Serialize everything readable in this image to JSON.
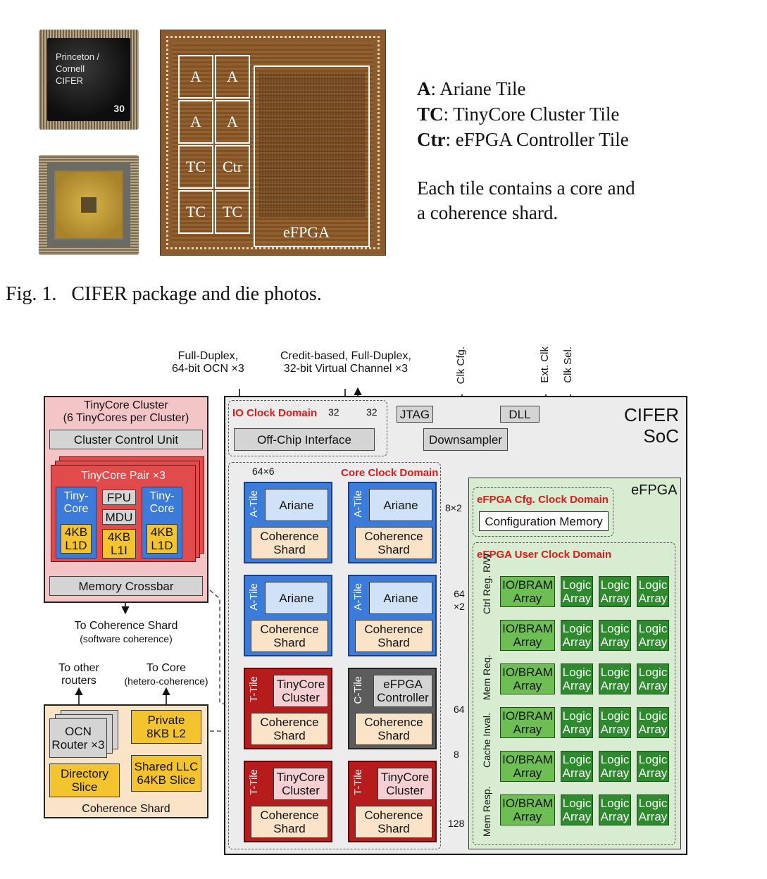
{
  "fig1": {
    "package_chip_label_1": "Princeton /",
    "package_chip_label_2": "Cornell",
    "package_chip_label_3": "CIFER",
    "package_chip_number": "30",
    "die_tiles": [
      "A",
      "A",
      "A",
      "A",
      "TC",
      "Ctr",
      "TC",
      "TC"
    ],
    "die_efpga_label": "eFPGA",
    "legend": [
      {
        "abbr": "A",
        "desc": ": Ariane Tile"
      },
      {
        "abbr": "TC",
        "desc": ": TinyCore Cluster Tile"
      },
      {
        "abbr": "Ctr",
        "desc": ": eFPGA Controller Tile"
      }
    ],
    "note_line1": "Each tile contains a core and",
    "note_line2": "a coherence shard.",
    "caption": "Fig. 1.   CIFER package and die photos."
  },
  "diagram": {
    "top_labels": {
      "ocn_line1": "Full-Duplex,",
      "ocn_line2": "64-bit OCN ×3",
      "credit_line1": "Credit-based, Full-Duplex,",
      "credit_line2": "32-bit Virtual Channel ×3",
      "clk_cfg": "Clk Cfg.",
      "ext_clk": "Ext. Clk",
      "clk_sel": "Clk Sel."
    },
    "tinycore_cluster": {
      "title_line1": "TinyCore Cluster",
      "title_line2": "(6 TinyCores per Cluster)",
      "control_unit": "Cluster Control Unit",
      "pair_title": "TinyCore Pair ×3",
      "tinycore_line1": "Tiny-",
      "tinycore_line2": "Core",
      "l1d_line1": "4KB",
      "l1d_line2": "L1D",
      "fpu": "FPU",
      "mdu": "MDU",
      "l1i_line1": "4KB",
      "l1i_line2": "L1I",
      "crossbar": "Memory Crossbar",
      "to_coh_line1": "To Coherence Shard",
      "to_coh_line2": "(software coherence)"
    },
    "coherence_shard": {
      "to_routers_line1": "To other",
      "to_routers_line2": "routers",
      "to_core_line1": "To Core",
      "to_core_line2": "(hetero-coherence)",
      "ocn_line1": "OCN",
      "ocn_line2": "Router ×3",
      "l2_line1": "Private",
      "l2_line2": "8KB L2",
      "llc_line1": "Shared LLC",
      "llc_line2": "64KB Slice",
      "dir_line1": "Directory",
      "dir_line2": "Slice",
      "title": "Coherence Shard"
    },
    "soc": {
      "title_line1": "CIFER",
      "title_line2": "SoC",
      "io_domain": "IO Clock Domain",
      "bus32a": "32",
      "bus32b": "32",
      "offchip": "Off-Chip Interface",
      "jtag": "JTAG",
      "dll": "DLL",
      "downsampler": "Downsampler",
      "core_domain": "Core Clock Domain",
      "bus_64x6": "64×6",
      "a_tile": "A-Tile",
      "t_tile": "T-Tile",
      "c_tile": "C-Tile",
      "ariane": "Ariane",
      "coh_line1": "Coherence",
      "coh_line2": "Shard",
      "tcc_line1": "TinyCore",
      "tcc_line2": "Cluster",
      "ctrl_line1": "eFPGA",
      "ctrl_line2": "Controller",
      "bus_8x2": "8×2",
      "bus_64x2_line1": "64",
      "bus_64x2_line2": "×2",
      "bus_64": "64",
      "bus_8": "8",
      "bus_128": "128"
    },
    "efpga": {
      "title": "eFPGA",
      "cfg_domain": "eFPGA Cfg. Clock Domain",
      "cfg_memory": "Configuration Memory",
      "user_domain": "eFPGA User Clock Domain",
      "iobram_line1": "IO/BRAM",
      "iobram_line2": "Array",
      "logic_line1": "Logic",
      "logic_line2": "Array",
      "side_labels": [
        "Ctrl Reg. R/W",
        "Mem Req.",
        "Cache Inval.",
        "Mem Resp."
      ]
    }
  }
}
